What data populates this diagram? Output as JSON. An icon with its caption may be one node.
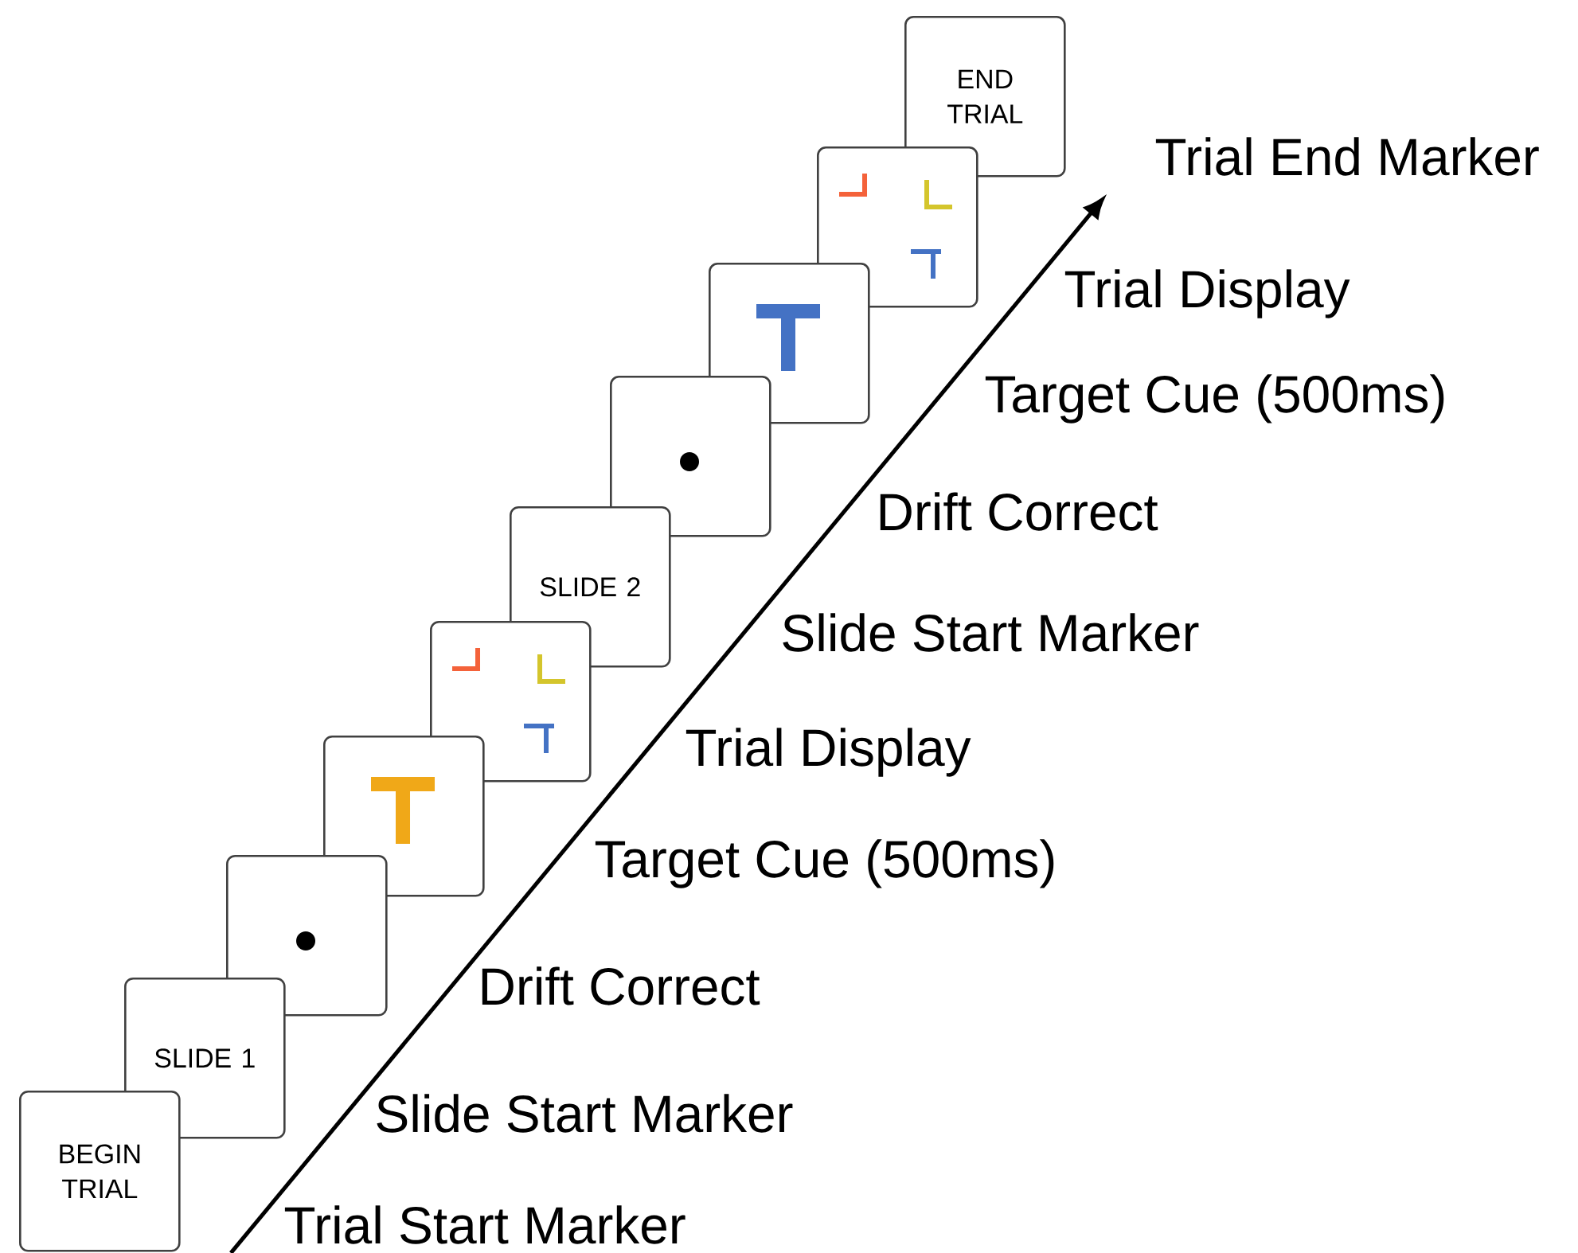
{
  "diagram": {
    "nodes": [
      {
        "text": [
          "BEGIN TRIAL"
        ]
      },
      {
        "text": [
          "SLIDE 1"
        ]
      },
      {
        "text": [],
        "shape": "box"
      },
      {
        "text": [],
        "shape": "box"
      },
      {
        "text": [],
        "shape": "box"
      },
      {
        "text": [
          "SLIDE 2"
        ]
      },
      {
        "text": [],
        "shape": "box"
      },
      {
        "text": [],
        "shape": "box"
      },
      {
        "text": [],
        "shape": "box"
      },
      {
        "text": [
          "END TRIAL"
        ]
      }
    ],
    "labels": [
      "Trial End Marker",
      "Trial Display",
      "Target Cue (500ms)",
      "Drift Correct",
      "Slide Start Marker",
      "Trial Display",
      "Target Cue (500ms)",
      "Drift Correct",
      "Slide Start Marker",
      "Trial Start Marker"
    ]
  }
}
